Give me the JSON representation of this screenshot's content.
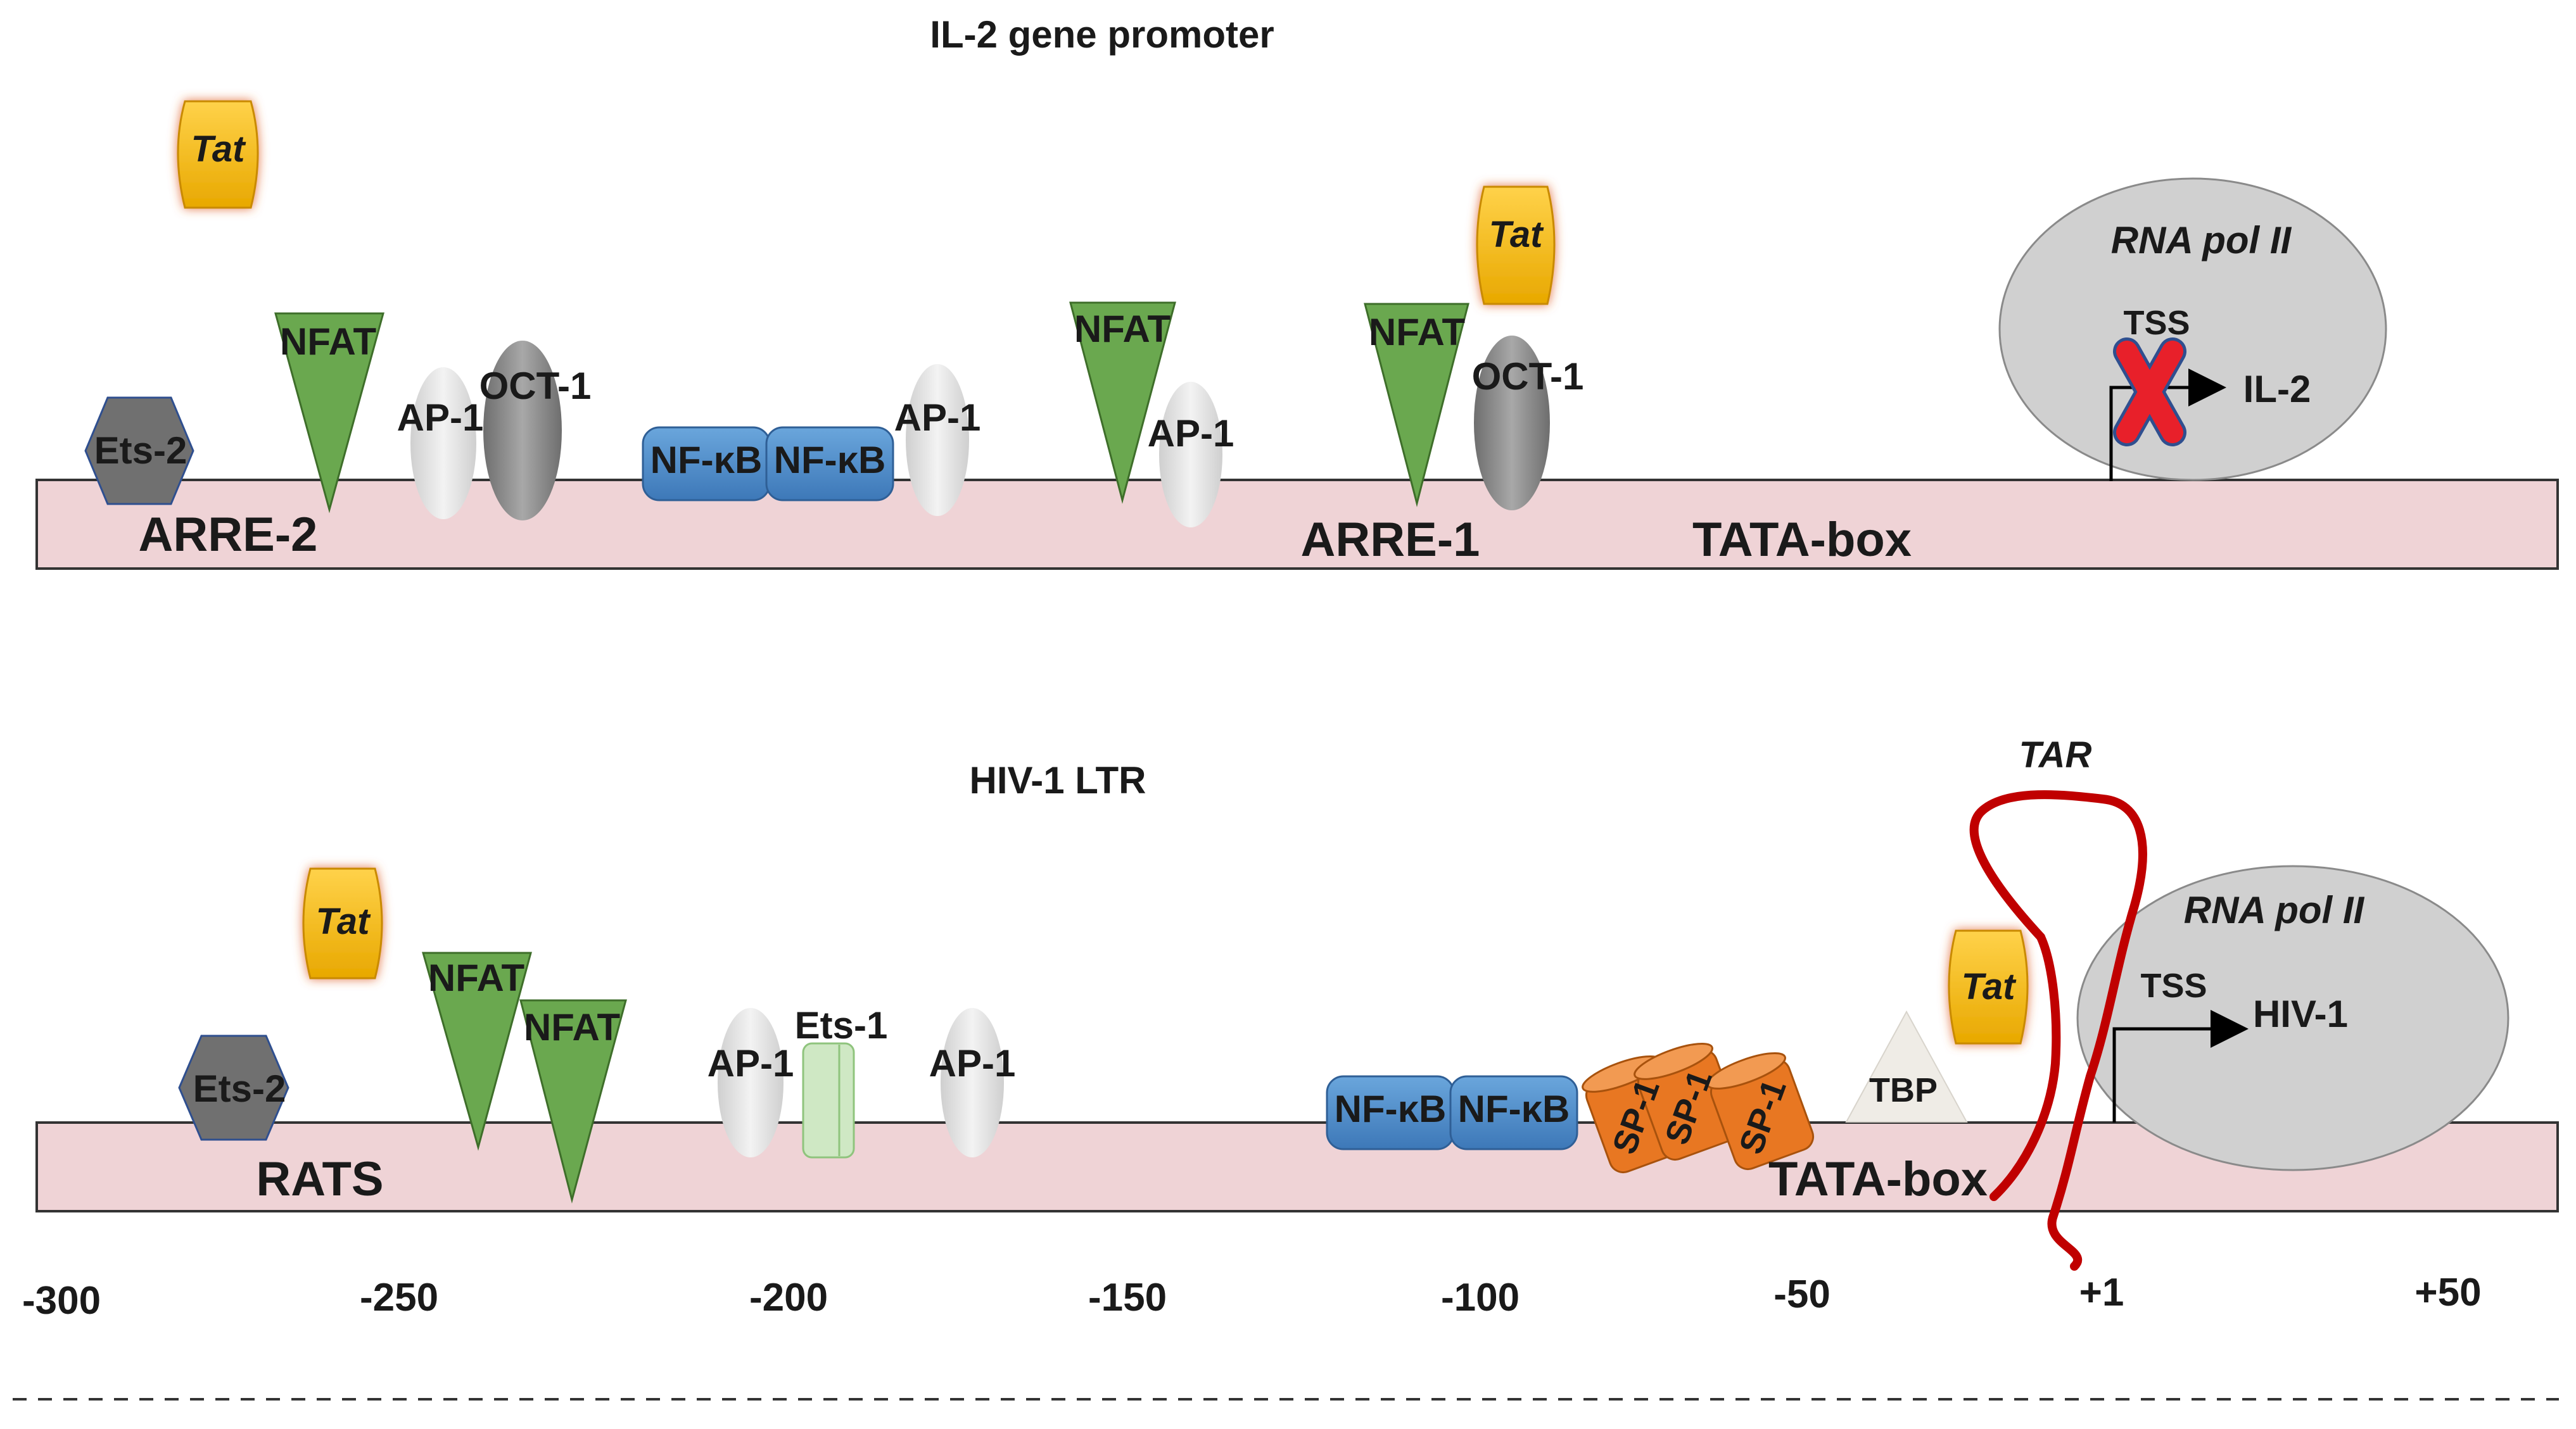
{
  "il2": {
    "title": "IL-2  gene promoter",
    "tat_top": "Tat",
    "tat_mid": "Tat",
    "ets2": "Ets-2",
    "nfat1": "NFAT",
    "ap1_1": "AP-1",
    "oct1_1": "OCT-1",
    "nfkb_1": "NF-κB",
    "nfkb_2": "NF-κB",
    "ap1_2": "AP-1",
    "nfat2": "NFAT",
    "ap1_3": "AP-1",
    "nfat3": "NFAT",
    "oct1_2": "OCT-1",
    "arre2": "ARRE-2",
    "arre1": "ARRE-1",
    "tata": "TATA-box",
    "rna_pol": "RNA pol II",
    "tss": "TSS",
    "gene": "IL-2"
  },
  "hiv": {
    "title": "HIV-1 LTR",
    "tar": "TAR",
    "tat_left": "Tat",
    "tat_right": "Tat",
    "ets2": "Ets-2",
    "nfat1": "NFAT",
    "nfat2": "NFAT",
    "ap1_1": "AP-1",
    "ets1": "Ets-1",
    "ap1_2": "AP-1",
    "nfkb_1": "NF-κB",
    "nfkb_2": "NF-κB",
    "sp1_1": "SP-1",
    "sp1_2": "SP-1",
    "sp1_3": "SP-1",
    "tbp": "TBP",
    "rats": "RATS",
    "tata": "TATA-box",
    "rna_pol": "RNA pol II",
    "tss": "TSS",
    "gene": "HIV-1"
  },
  "axis": {
    "ticks": [
      "-300",
      "-250",
      "-200",
      "-150",
      "-100",
      "-50",
      "+1",
      "+50"
    ]
  },
  "colors": {
    "dna": "#efd3d6",
    "nfat": "#6aa84f",
    "nfkb": "#4f8fcf",
    "tat": "#f2b705",
    "sp1": "#e87722",
    "ets2": "#707070",
    "ap1": "#dcdcdc",
    "oct1": "#8c8c8c",
    "ets1": "#cfe8c4",
    "pol": "#d0d0d0",
    "tar": "#c00000",
    "cross": "#e8202a"
  }
}
